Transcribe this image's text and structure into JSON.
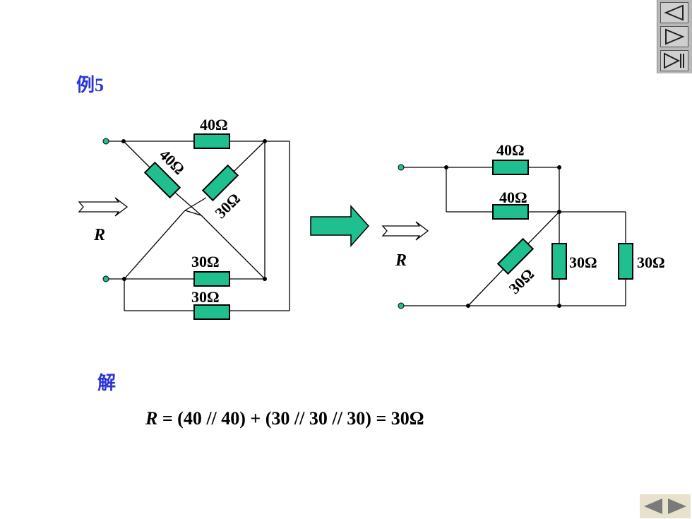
{
  "title": "例5",
  "left_circuit": {
    "top_resistor": "40Ω",
    "diag_left_resistor": "40Ω",
    "diag_right_resistor": "30Ω",
    "bottom_resistor_1": "30Ω",
    "bottom_resistor_2": "30Ω",
    "input_label": "R"
  },
  "right_circuit": {
    "top_resistor_1": "40Ω",
    "top_resistor_2": "40Ω",
    "diag_resistor": "30Ω",
    "vertical_resistor_1": "30Ω",
    "vertical_resistor_2": "30Ω",
    "input_label": "R"
  },
  "solution": {
    "label": "解",
    "formula_R": "R",
    "formula_rest": " = (40 // 40) + (30 // 30 // 30) = 30Ω"
  },
  "colors": {
    "resistor_fill": "#1fbf8f",
    "arrow_fill": "#1fbf8f",
    "title_color": "#2b35d6"
  },
  "icons": {
    "nav_prev": "triangle-left-icon",
    "nav_next": "triangle-right-icon",
    "nav_end": "skip-end-icon",
    "bottom_prev": "arrow-left-icon",
    "bottom_next": "arrow-right-icon"
  }
}
